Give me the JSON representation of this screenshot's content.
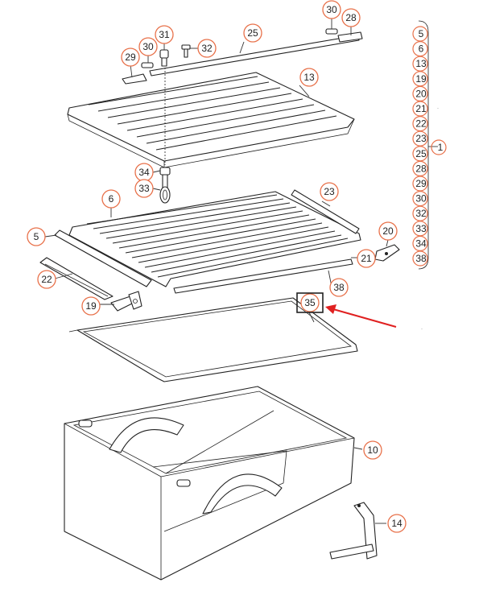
{
  "callouts": {
    "c30a": "30",
    "c28": "28",
    "c31": "31",
    "c30b": "30",
    "c29": "29",
    "c32": "32",
    "c25": "25",
    "c13": "13",
    "c34": "34",
    "c33": "33",
    "c6": "6",
    "c23": "23",
    "c5": "5",
    "c20": "20",
    "c22": "22",
    "c21": "21",
    "c38": "38",
    "c19": "19",
    "c35": "35",
    "c10": "10",
    "c14": "14"
  },
  "group_list": {
    "items": [
      "5",
      "6",
      "13",
      "19",
      "20",
      "21",
      "22",
      "23",
      "25",
      "28",
      "29",
      "30",
      "32",
      "33",
      "34",
      "38"
    ],
    "group_label": "1"
  },
  "highlight": {
    "box_color": "#222222",
    "arrow_color": "#e02020",
    "callout_color": "#e8714a"
  }
}
